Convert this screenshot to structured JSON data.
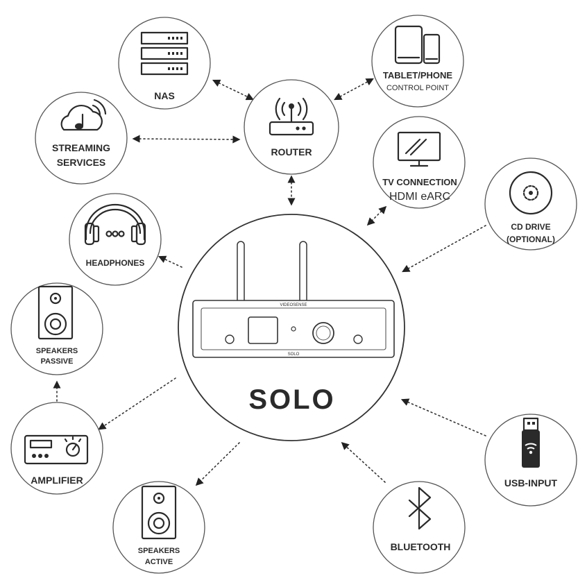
{
  "hub": {
    "title": "SOLO",
    "device_brand": "VIDEOSENSE",
    "device_model": "SOLO"
  },
  "nodes": {
    "nas": {
      "label": "NAS"
    },
    "router": {
      "label": "ROUTER"
    },
    "tablet": {
      "label": "TABLET/PHONE",
      "sublabel": "CONTROL POINT"
    },
    "streaming": {
      "label_line1": "STREAMING",
      "label_line2": "SERVICES"
    },
    "tv": {
      "label": "TV CONNECTION",
      "sublabel": "HDMI eARC"
    },
    "cd": {
      "label": "CD DRIVE",
      "sublabel": "(OPTIONAL)"
    },
    "headphones": {
      "label": "HEADPHONES"
    },
    "speakers_passive": {
      "label_line1": "SPEAKERS",
      "label_line2": "PASSIVE"
    },
    "amplifier": {
      "label": "AMPLIFIER"
    },
    "speakers_active": {
      "label_line1": "SPEAKERS",
      "label_line2": "ACTIVE"
    },
    "bluetooth": {
      "label": "BLUETOOTH"
    },
    "usb": {
      "label": "USB-INPUT"
    }
  },
  "colors": {
    "line": "#333333",
    "text": "#2a2a2a",
    "background": "#ffffff"
  }
}
